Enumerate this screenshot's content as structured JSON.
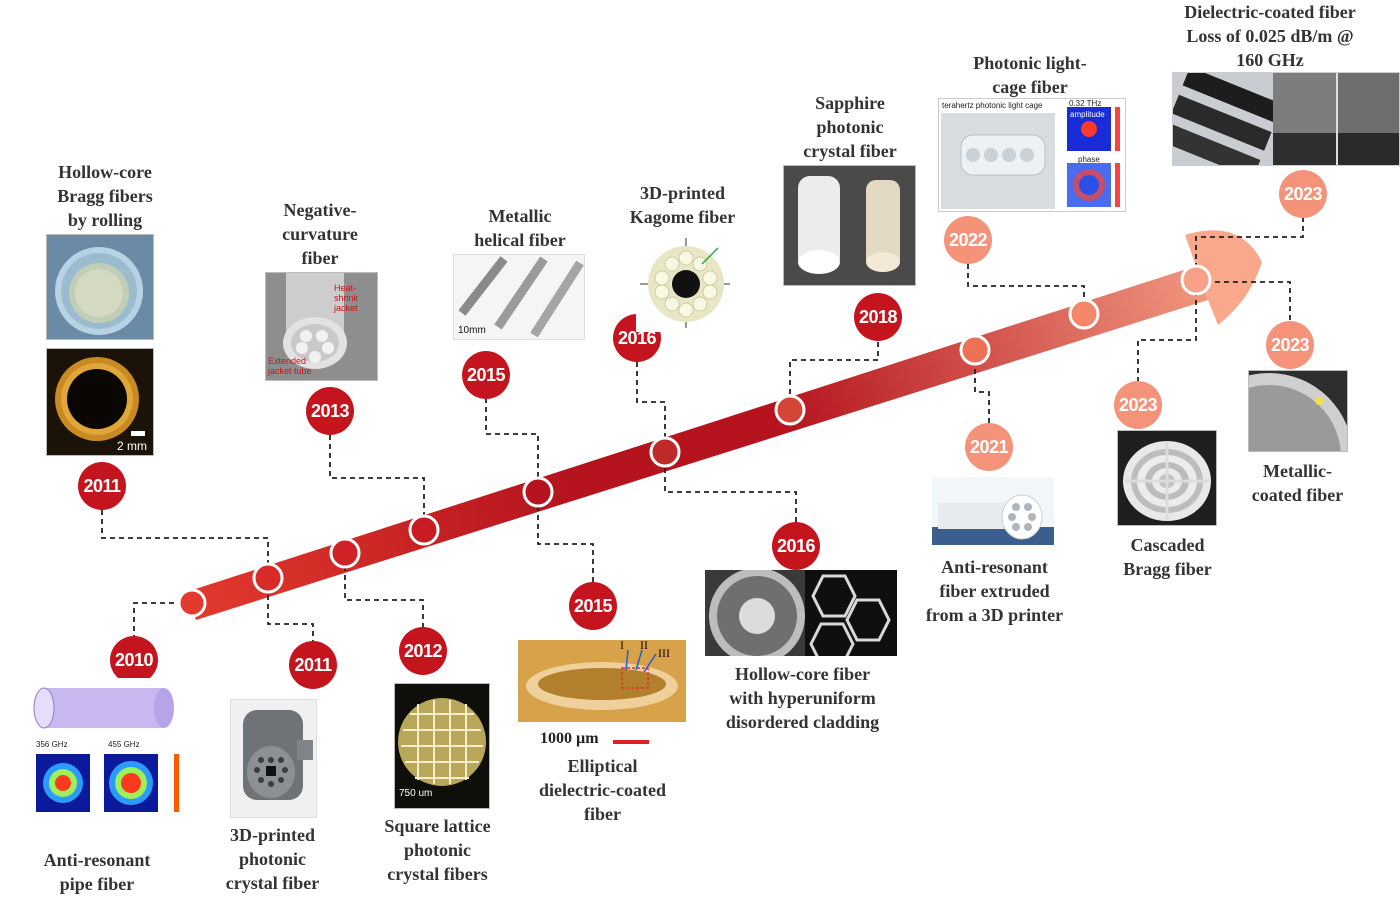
{
  "colors": {
    "arrow_start": "#e23a2e",
    "arrow_mid": "#b5141e",
    "arrow_end": "#f9a88c",
    "year_dark": "#c4141e",
    "year_light": "#f4927a"
  },
  "years": [
    {
      "id": "2010",
      "label": "2010",
      "tone": "dark"
    },
    {
      "id": "2011a",
      "label": "2011",
      "tone": "dark"
    },
    {
      "id": "2011b",
      "label": "2011",
      "tone": "dark"
    },
    {
      "id": "2012",
      "label": "2012",
      "tone": "dark"
    },
    {
      "id": "2013",
      "label": "2013",
      "tone": "dark"
    },
    {
      "id": "2015a",
      "label": "2015",
      "tone": "dark"
    },
    {
      "id": "2015b",
      "label": "2015",
      "tone": "dark"
    },
    {
      "id": "2016a",
      "label": "2016",
      "tone": "dark"
    },
    {
      "id": "2016b",
      "label": "2016",
      "tone": "dark"
    },
    {
      "id": "2018",
      "label": "2018",
      "tone": "dark"
    },
    {
      "id": "2021",
      "label": "2021",
      "tone": "light"
    },
    {
      "id": "2022",
      "label": "2022",
      "tone": "light"
    },
    {
      "id": "2023a",
      "label": "2023",
      "tone": "light"
    },
    {
      "id": "2023b",
      "label": "2023",
      "tone": "light"
    },
    {
      "id": "2023c",
      "label": "2023",
      "tone": "light"
    }
  ],
  "fibers": {
    "bragg_rolling": "Hollow-core\nBragg fibers\nby rolling",
    "negative_curvature": "Negative-\ncurvature\nfiber",
    "metallic_helical": "Metallic\nhelical fiber",
    "kagome": "3D-printed\nKagome fiber",
    "sapphire": "Sapphire\nphotonic\ncrystal fiber",
    "light_cage": "Photonic light-\ncage fiber",
    "dielectric_coated": "Dielectric-coated fiber\nLoss of 0.025 dB/m @\n160 GHz",
    "anti_resonant_pipe": "Anti-resonant\npipe fiber",
    "printed_pcf": "3D-printed\nphotonic\ncrystal fiber",
    "square_lattice": "Square lattice\nphotonic\ncrystal fibers",
    "elliptical": "Elliptical\ndielectric-coated\nfiber",
    "hyperuniform": "Hollow-core fiber\nwith hyperuniform\ndisordered cladding",
    "extruded": "Anti-resonant\nfiber extruded\nfrom a 3D printer",
    "cascaded_bragg": "Cascaded\nBragg fiber",
    "metallic_coated": "Metallic-\ncoated fiber"
  },
  "image_text": {
    "scale_2mm": "2 mm",
    "heat_shrink": "Heat-shrink\njacket",
    "jacket_tube": "Extended\njacket tube",
    "scale_10mm": "10mm",
    "freq_356": "356 GHz",
    "freq_455": "455 GHz",
    "scale_750um": "750 um",
    "scale_1000um": "1000 µm",
    "roman_1": "I",
    "roman_2": "II",
    "roman_3": "III",
    "light_cage_title": "terahertz photonic light cage",
    "thz_032": "0.32 THz",
    "amplitude": "amplitude",
    "phase": "phase"
  }
}
